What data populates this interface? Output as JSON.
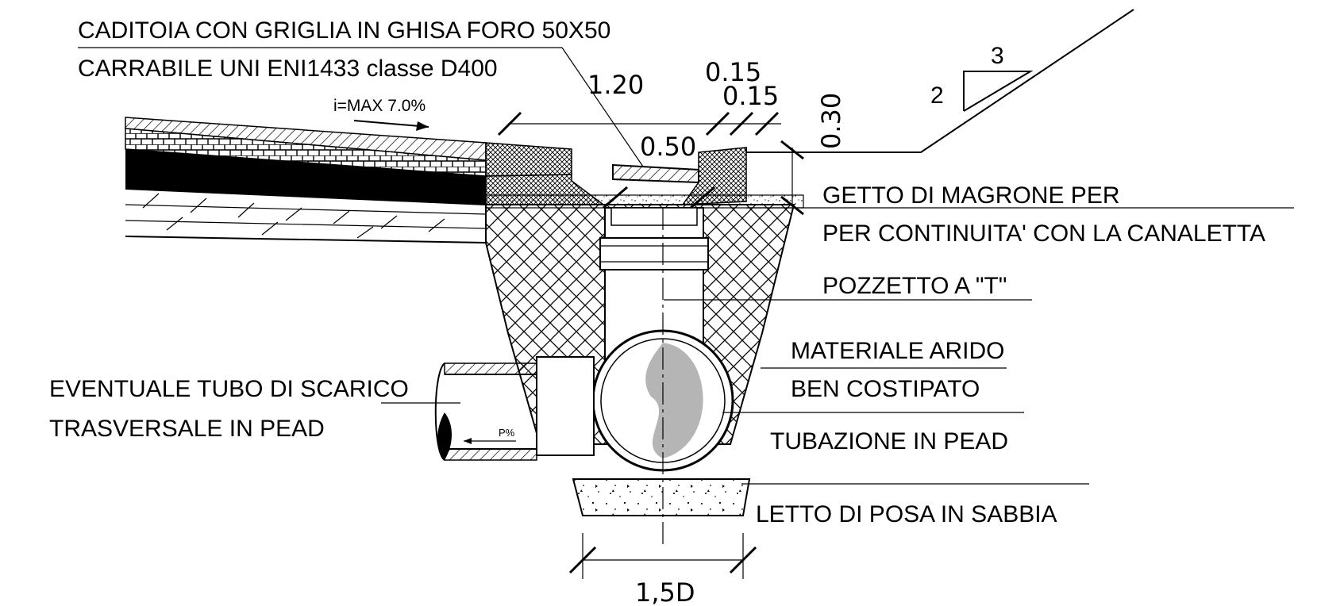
{
  "labels": {
    "caditoia_line1": "CADITOIA CON GRIGLIA IN GHISA FORO 50X50",
    "caditoia_line2": "CARRABILE UNI ENI1433 classe D400",
    "slope": "i=MAX 7.0%",
    "getto_line1": "GETTO DI MAGRONE PER",
    "getto_line2": "PER CONTINUITA' CON LA CANALETTA",
    "pozzetto": "POZZETTO A \"T\"",
    "materiale_line1": "MATERIALE ARIDO",
    "materiale_line2": "BEN COSTIPATO",
    "tubazione": "TUBAZIONE IN PEAD",
    "letto": "LETTO DI POSA IN SABBIA",
    "eventuale_line1": "EVENTUALE TUBO DI SCARICO",
    "eventuale_line2": "TRASVERSALE IN PEAD",
    "pipe_slope": "P%"
  },
  "dimensions": {
    "d_120": "1.20",
    "d_015a": "0.15",
    "d_015b": "0.15",
    "d_050": "0.50",
    "d_030": "0.30",
    "d_15D": "1,5D",
    "slope_ratio_h": "3",
    "slope_ratio_v": "2"
  },
  "colors": {
    "line": "#000000",
    "fill_gray": "#b5b5b5",
    "background": "#ffffff"
  }
}
